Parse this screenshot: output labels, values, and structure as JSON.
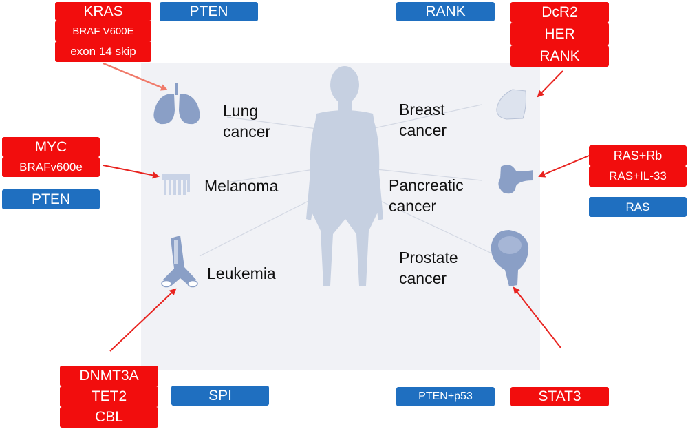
{
  "colors": {
    "mutation": "#f20d0d",
    "suppressor": "#1f6fc0",
    "organ": "#8a9fc6",
    "body": "#c6d0e1",
    "panel": "#f1f2f6"
  },
  "icons": [
    "lung-icon",
    "breast-icon",
    "skin-icon",
    "pancreas-icon",
    "blood-vessel-icon",
    "prostate-icon",
    "human-body-icon"
  ],
  "labels": {
    "lung": [
      "Lung",
      "cancer"
    ],
    "breast": [
      "Breast",
      "cancer"
    ],
    "melanoma": "Melanoma",
    "pancreatic": [
      "Pancreatic",
      "cancer"
    ],
    "leukemia": "Leukemia",
    "prostate": [
      "Prostate",
      "cancer"
    ]
  },
  "genes": {
    "lung_red": [
      "KRAS",
      "BRAF V600E",
      "exon 14 skip"
    ],
    "lung_blue": "PTEN",
    "breast_blue": "RANK",
    "breast_red": [
      "DcR2",
      "HER",
      "RANK"
    ],
    "melanoma_red": [
      "MYC",
      "BRAFv600e"
    ],
    "melanoma_blue": "PTEN",
    "pancreatic_red": [
      "RAS+Rb",
      "RAS+IL-33"
    ],
    "pancreatic_blue": "RAS",
    "leukemia_red": [
      "DNMT3A",
      "TET2",
      "CBL"
    ],
    "leukemia_blue": "SPI",
    "prostate_blue": "PTEN+p53",
    "prostate_red": "STAT3"
  }
}
